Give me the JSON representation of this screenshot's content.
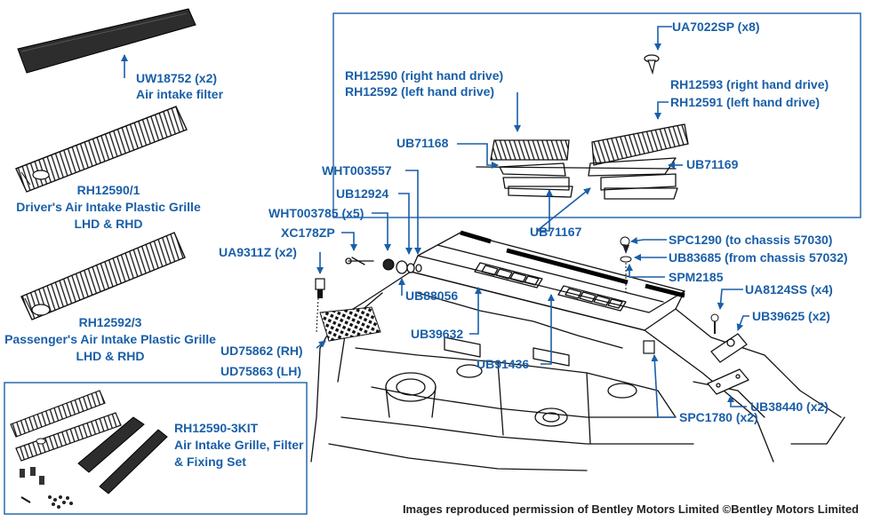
{
  "colors": {
    "label": "#1a5fa8",
    "ink": "#111111",
    "background": "#ffffff",
    "credit": "#222222"
  },
  "labels": {
    "ua7022sp": "UA7022SP (x8)",
    "rh12590_rhd": "RH12590 (right hand drive)",
    "rh12592_lhd": "RH12592 (left hand drive)",
    "rh12593_rhd": "RH12593 (right hand drive)",
    "rh12591_lhd": "RH12591 (left hand drive)",
    "uw18752": "UW18752 (x2)",
    "uw18752_desc": "Air intake filter",
    "rh12590_1": "RH12590/1",
    "rh12590_1_desc1": "Driver's Air Intake Plastic Grille",
    "rh12590_1_desc2": "LHD & RHD",
    "ub71168": "UB71168",
    "ub71169": "UB71169",
    "wht003557": "WHT003557",
    "ub12924": "UB12924",
    "wht003785": "WHT003785 (x5)",
    "xc178zp": "XC178ZP",
    "ua9311z": "UA9311Z (x2)",
    "ub71167": "UB71167",
    "spc1290": "SPC1290 (to chassis 57030)",
    "ub83685": "UB83685 (from chassis 57032)",
    "spm2185": "SPM2185",
    "ua8124ss": "UA8124SS (x4)",
    "ub88056": "UB88056",
    "ub39625": "UB39625 (x2)",
    "rh12592_3": "RH12592/3",
    "rh12592_3_desc1": "Passenger's Air Intake Plastic Grille",
    "rh12592_3_desc2": "LHD & RHD",
    "ub39632": "UB39632",
    "ud75862": "UD75862 (RH)",
    "ud75863": "UD75863 (LH)",
    "ub91436": "UB91436",
    "ub38440": "UB38440 (x2)",
    "kit": "RH12590-3KIT",
    "kit_desc1": "Air Intake Grille, Filter",
    "kit_desc2": "& Fixing Set",
    "spc1780": "SPC1780 (x2)"
  },
  "credit": "Images reproduced permission of Bentley Motors Limited ©Bentley Motors Limited"
}
